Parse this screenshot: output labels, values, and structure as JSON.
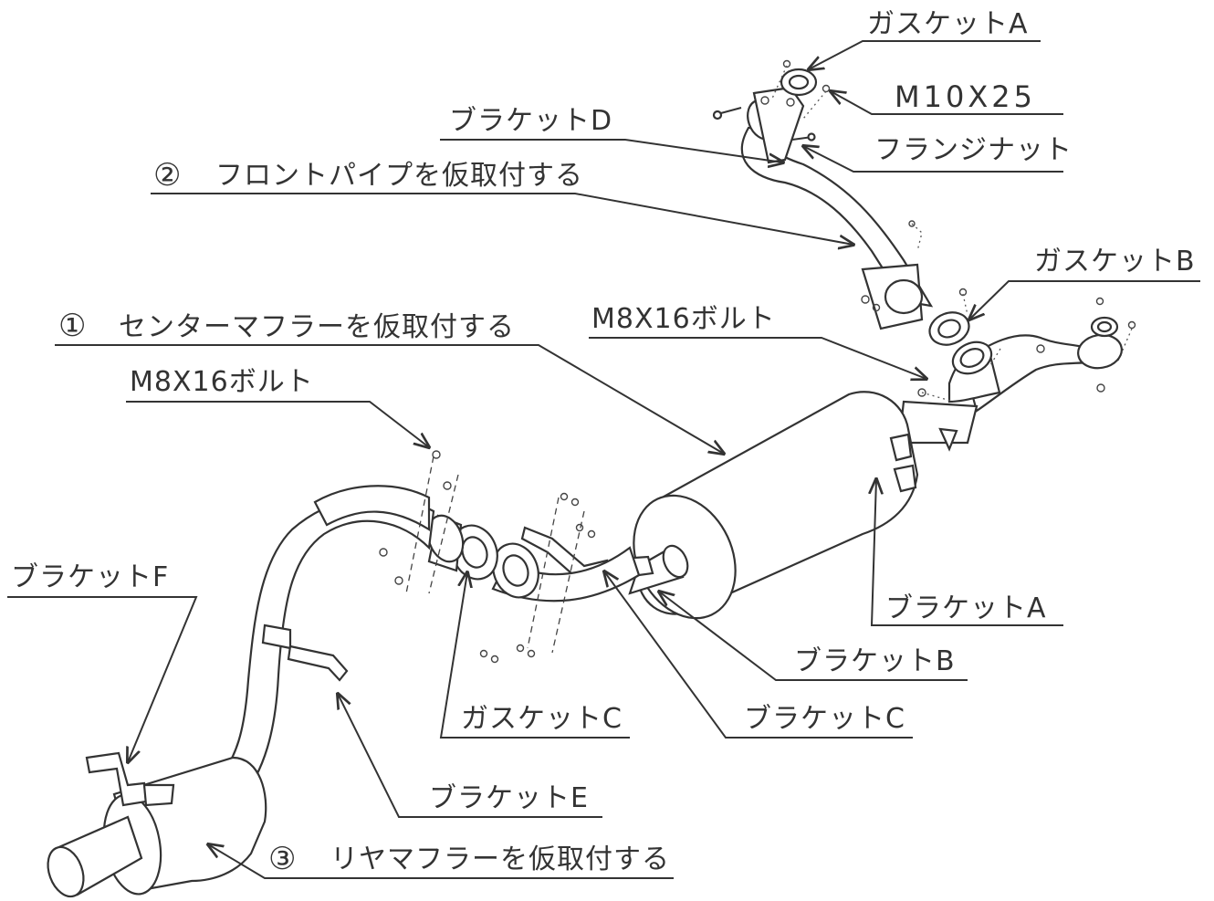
{
  "labels": {
    "gasket_a": "ガスケットA",
    "m10x25": "M10X25",
    "bracket_d": "ブラケットD",
    "flange_nut": "フランジナット",
    "step2": "フロントパイプを仮取付する",
    "step2_num": "②",
    "gasket_b": "ガスケットB",
    "step1": "センターマフラーを仮取付する",
    "step1_num": "①",
    "m8x16_upper": "M8X16ボルト",
    "m8x16_left": "M8X16ボルト",
    "bracket_f": "ブラケットF",
    "bracket_a": "ブラケットA",
    "bracket_b": "ブラケットB",
    "gasket_c": "ガスケットC",
    "bracket_c": "ブラケットC",
    "bracket_e": "ブラケットE",
    "step3": "リヤマフラーを仮取付する",
    "step3_num": "③"
  }
}
